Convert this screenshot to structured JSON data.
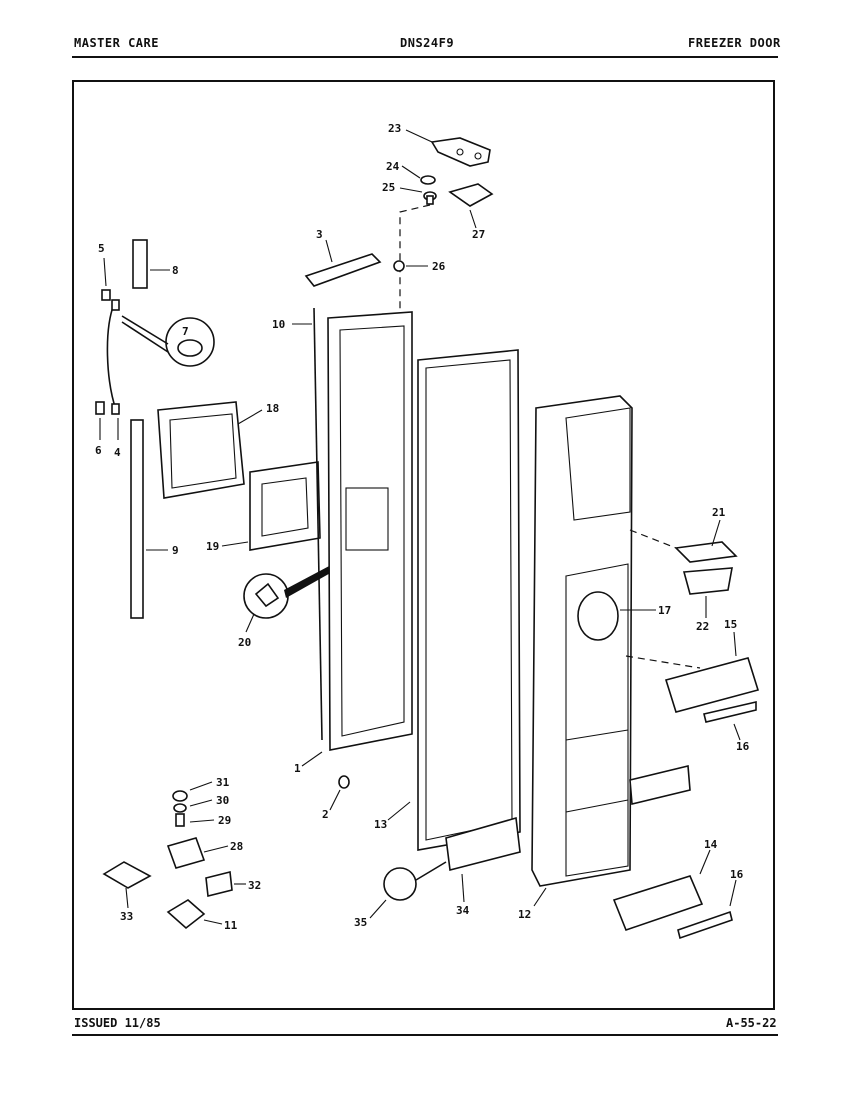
{
  "header": {
    "left": "MASTER CARE",
    "center": "DNS24F9",
    "right": "FREEZER DOOR"
  },
  "footer": {
    "issued": "ISSUED 11/85",
    "code": "A-55-22"
  },
  "callouts": {
    "c1": "1",
    "c2": "2",
    "c3": "3",
    "c4": "4",
    "c5": "5",
    "c6": "6",
    "c7": "7",
    "c8": "8",
    "c9": "9",
    "c10": "10",
    "c11": "11",
    "c12": "12",
    "c13": "13",
    "c14": "14",
    "c15": "15",
    "c16a": "16",
    "c16b": "16",
    "c17": "17",
    "c18": "18",
    "c19": "19",
    "c20": "20",
    "c21": "21",
    "c22": "22",
    "c23": "23",
    "c24": "24",
    "c25": "25",
    "c26": "26",
    "c27": "27",
    "c28": "28",
    "c29": "29",
    "c30": "30",
    "c31": "31",
    "c32": "32",
    "c33": "33",
    "c34": "34",
    "c35": "35"
  }
}
